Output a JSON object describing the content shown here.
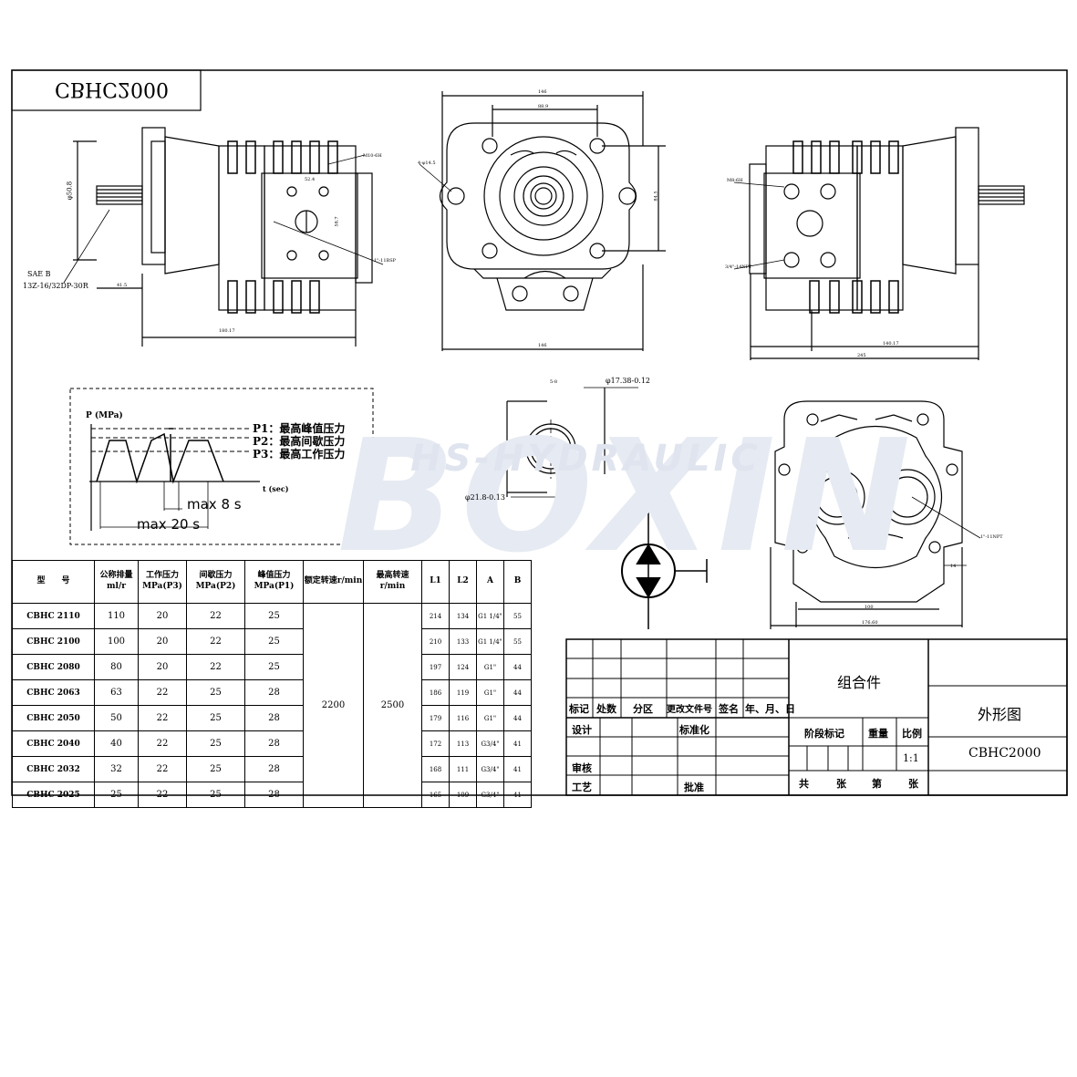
{
  "header": {
    "mirrored_title": "CBHC2000"
  },
  "dims": {
    "side_left_height": "φ50.8",
    "sae_label": "SAE B",
    "spline_label": "13Z-16/32DP-30R",
    "d1": "41.5",
    "d2": "180.17",
    "port_top": "M10-6H",
    "port_bottom": "1\"-11BSP",
    "port_mid": "58.7",
    "port_w": "52.4",
    "front_top": "146",
    "front_inner": "88.9",
    "front_hole": "4-φ14.5",
    "front_height": "84.5",
    "front_width": "146",
    "right_top": "M8-6H",
    "right_port": "3/4\"-14NPT",
    "right_d1": "140.17",
    "right_d2": "245",
    "shaft_od": "φ17.38-0.12",
    "shaft_id": "φ21.8-0.13",
    "shaft_len": "5-8",
    "rear_port": "1\"-11NPT",
    "rear_w1": "100",
    "rear_w2": "176.60",
    "rear_side": "14"
  },
  "pressure_graph": {
    "ylabel": "P (MPa)",
    "xlabel": "t (sec)",
    "legend": [
      "P1：最高峰值压力",
      "P2：最高间歇压力",
      "P3：最高工作压力"
    ],
    "ann1": "max 8 s",
    "ann2": "max 20 s"
  },
  "watermark": {
    "top": "HS-HYDRAULIC",
    "big": "BOXIN"
  },
  "spec_table": {
    "headers": [
      "型　　号",
      "公称排量 ml/r",
      "工作压力 MPa(P3)",
      "间歇压力 MPa(P2)",
      "峰值压力 MPa(P1)",
      "额定转速r/min",
      "最高转速r/min",
      "L1",
      "L2",
      "A",
      "B"
    ],
    "rated_speed": "2200",
    "max_speed": "2500",
    "rows": [
      {
        "model": "CBHC 2110",
        "disp": "110",
        "p3": "20",
        "p2": "22",
        "p1": "25",
        "l1": "214",
        "l2": "134",
        "a": "G1 1/4\"",
        "b": "55"
      },
      {
        "model": "CBHC 2100",
        "disp": "100",
        "p3": "20",
        "p2": "22",
        "p1": "25",
        "l1": "210",
        "l2": "133",
        "a": "G1 1/4\"",
        "b": "55"
      },
      {
        "model": "CBHC 2080",
        "disp": "80",
        "p3": "20",
        "p2": "22",
        "p1": "25",
        "l1": "197",
        "l2": "124",
        "a": "G1\"",
        "b": "44"
      },
      {
        "model": "CBHC 2063",
        "disp": "63",
        "p3": "22",
        "p2": "25",
        "p1": "28",
        "l1": "186",
        "l2": "119",
        "a": "G1\"",
        "b": "44"
      },
      {
        "model": "CBHC 2050",
        "disp": "50",
        "p3": "22",
        "p2": "25",
        "p1": "28",
        "l1": "179",
        "l2": "116",
        "a": "G1\"",
        "b": "44"
      },
      {
        "model": "CBHC 2040",
        "disp": "40",
        "p3": "22",
        "p2": "25",
        "p1": "28",
        "l1": "172",
        "l2": "113",
        "a": "G3/4\"",
        "b": "41"
      },
      {
        "model": "CBHC 2032",
        "disp": "32",
        "p3": "22",
        "p2": "25",
        "p1": "28",
        "l1": "168",
        "l2": "111",
        "a": "G3/4\"",
        "b": "41"
      },
      {
        "model": "CBHC 2025",
        "disp": "25",
        "p3": "22",
        "p2": "25",
        "p1": "28",
        "l1": "165",
        "l2": "109",
        "a": "G3/4\"",
        "b": "41"
      }
    ]
  },
  "title_block": {
    "assembly": "组合件",
    "drawing_type": "外形图",
    "drawing_no": "CBHC2000",
    "rev_headers": [
      "标记",
      "处数",
      "分区",
      "更改文件号",
      "签名",
      "年、月、日"
    ],
    "design": "设计",
    "standardize": "标准化",
    "review": "审核",
    "process": "工艺",
    "approve": "批准",
    "stage": "阶段标记",
    "weight": "重量",
    "scale_label": "比例",
    "scale": "1:1",
    "sheets": [
      "共",
      "张",
      "第",
      "张"
    ]
  }
}
